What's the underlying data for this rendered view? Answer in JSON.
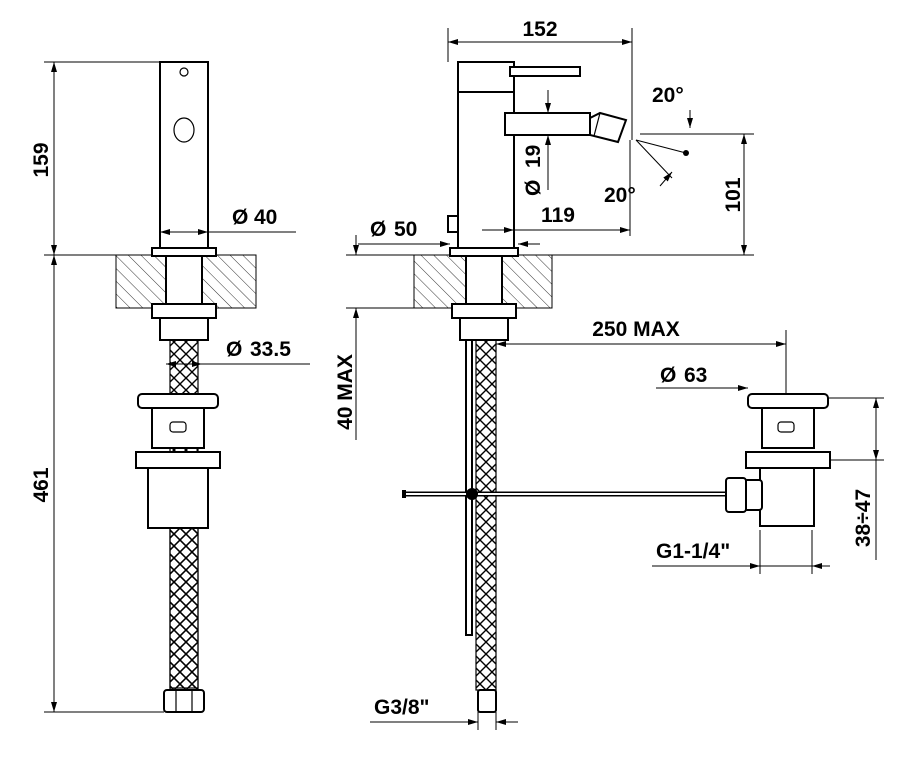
{
  "labels": {
    "height_spout": "159",
    "diameter_body": "40",
    "diameter_hole": "33.5",
    "total_height": "461",
    "width_total": "152",
    "angle_top": "20°",
    "angle_bottom": "20°",
    "diameter_spout": "19",
    "reach": "119",
    "spout_height": "101",
    "diameter_base": "50",
    "deck_thickness": "40 MAX",
    "rod_length": "250 MAX",
    "diameter_waste": "63",
    "waste_thread": "G1-1/4\"",
    "waste_range": "38÷47",
    "hose_thread": "G3/8\""
  },
  "symbols": {
    "diameter": "Ø"
  }
}
